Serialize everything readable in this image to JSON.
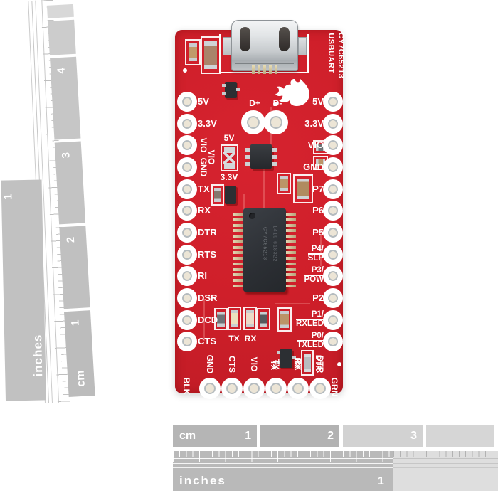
{
  "product": {
    "vertical_name_line1": "CY7C65213",
    "vertical_name_line2": "USBUART",
    "chip_marking_line1": "CY7C65213",
    "chip_marking_line2": "1419 618322"
  },
  "pins": {
    "left": [
      "5V",
      "3.3V",
      "VIO",
      "GND",
      "TX",
      "RX",
      "DTR",
      "RTS",
      "RI",
      "DSR",
      "DCD",
      "CTS"
    ],
    "right": [
      {
        "l1": "5V"
      },
      {
        "l1": "3.3V"
      },
      {
        "l1": "VIO"
      },
      {
        "l1": "GND"
      },
      {
        "l1": "P7"
      },
      {
        "l1": "P6"
      },
      {
        "l1": "P5"
      },
      {
        "l1": "P4/",
        "l2": "SLP",
        "overline": true
      },
      {
        "l1": "P3/",
        "l2": "POW",
        "overline": true
      },
      {
        "l1": "P2"
      },
      {
        "l1": "P1/",
        "l2": "RXLED",
        "overline": true
      },
      {
        "l1": "P0/",
        "l2": "TXLED",
        "overline": true
      }
    ],
    "bottom": [
      "GND",
      "CTS",
      "VIO",
      "TX",
      "RX",
      "DTR"
    ],
    "bottom_corner_left": "BLK",
    "bottom_corner_right": "GRN",
    "bottom_component_labels": [
      "TX",
      "RX",
      "DTR"
    ]
  },
  "usb": {
    "dplus": "D+",
    "dminus": "D-"
  },
  "jumper": {
    "top": "5V",
    "side": "VIO",
    "bottom": "3.3V"
  },
  "led_labels": {
    "tx": "TX",
    "rx": "RX"
  },
  "rulers": {
    "left_cm": {
      "unit": "cm",
      "n1": "1",
      "n2": "2",
      "n3": "3",
      "n4": "4"
    },
    "left_inches": {
      "unit": "inches",
      "n1": "1"
    },
    "bottom_cm": {
      "unit": "cm",
      "n1": "1",
      "n2": "2",
      "n3": "3"
    },
    "bottom_inches": {
      "unit": "inches",
      "n1": "1"
    }
  },
  "colors": {
    "board_red": "#cf1f2a",
    "silkscreen": "#ffffff",
    "ruler_gray": "#c2c2c2",
    "ruler_gray_light": "#d6d6d6",
    "ic_body": "#30343a",
    "usb_silver": "#d9dcde"
  }
}
